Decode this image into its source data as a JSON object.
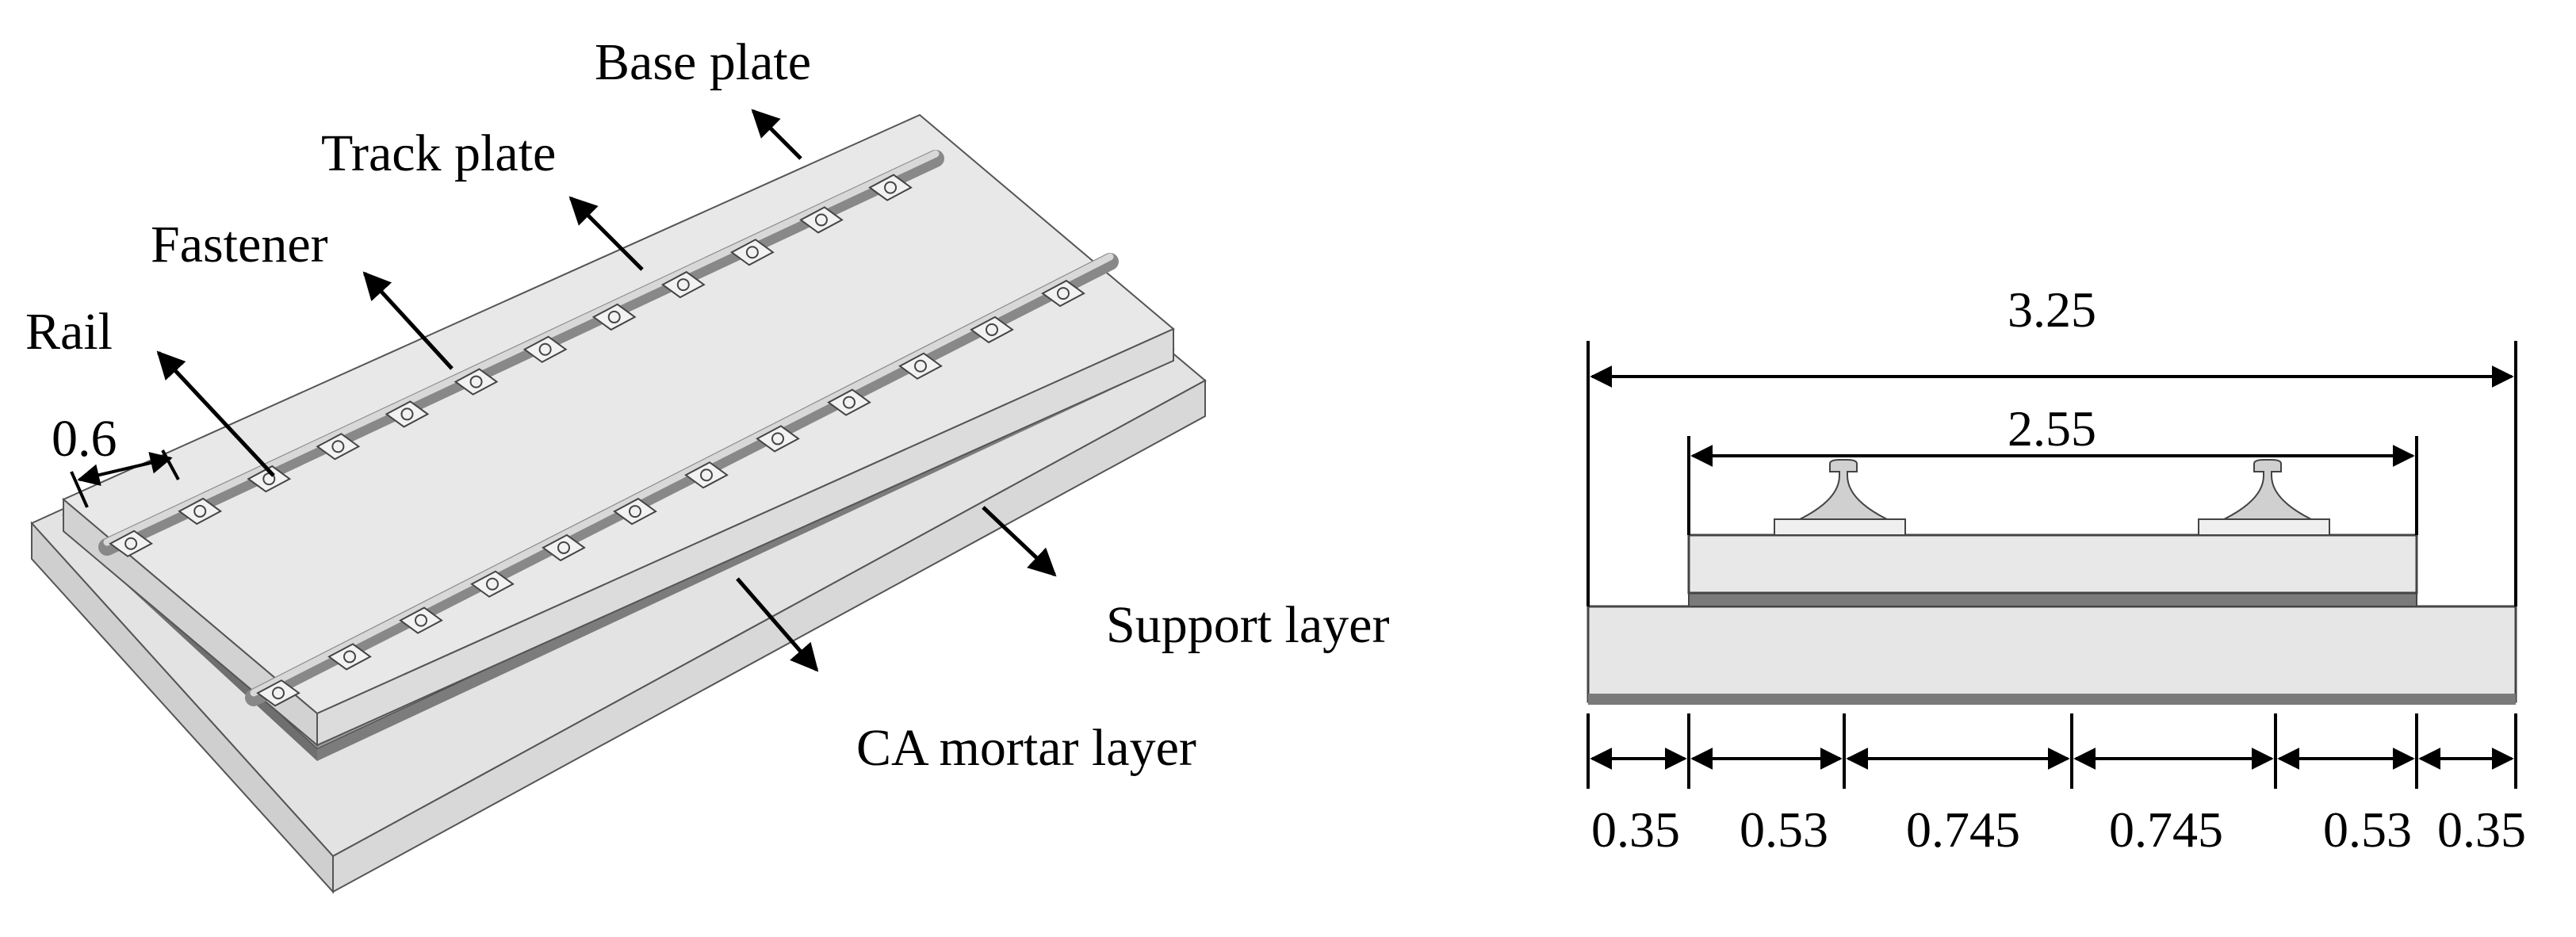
{
  "labels": {
    "base_plate": "Base plate",
    "track_plate": "Track plate",
    "fastener": "Fastener",
    "rail": "Rail",
    "support_layer": "Support layer",
    "ca_mortar_layer": "CA mortar layer",
    "offset_dim": "0.6"
  },
  "section": {
    "total_width": "3.25",
    "rail_spacing": "2.55",
    "segments": [
      "0.35",
      "0.53",
      "0.745",
      "0.745",
      "0.53",
      "0.35"
    ]
  },
  "colors": {
    "concrete": "#e6e6e6",
    "concrete_side": "#d3d3d3",
    "mortar": "#7a7a7a",
    "rail": "#c9c9c9",
    "line": "#000000"
  }
}
